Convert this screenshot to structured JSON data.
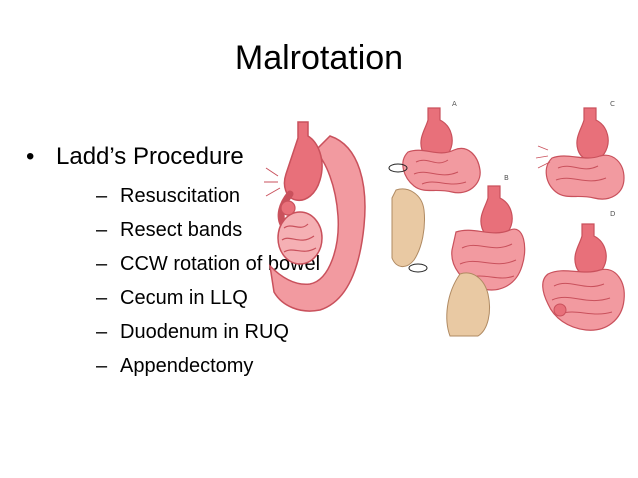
{
  "slide": {
    "title": "Malrotation",
    "bullet": {
      "label": "Ladd’s Procedure",
      "marker": "•",
      "items": [
        "Resuscitation",
        "Resect bands",
        "CCW rotation of bowel",
        "Cecum in LLQ",
        "Duodenum in RUQ",
        "Appendectomy"
      ],
      "item_marker": "–"
    },
    "figures": {
      "panel_labels": [
        "A",
        "B",
        "C",
        "D"
      ]
    }
  },
  "colors": {
    "bowel": "#e8707a",
    "bowel_dark": "#c9515c",
    "bowel_light": "#f5b0b4",
    "hand": "#e9c9a3",
    "background": "#ffffff"
  }
}
